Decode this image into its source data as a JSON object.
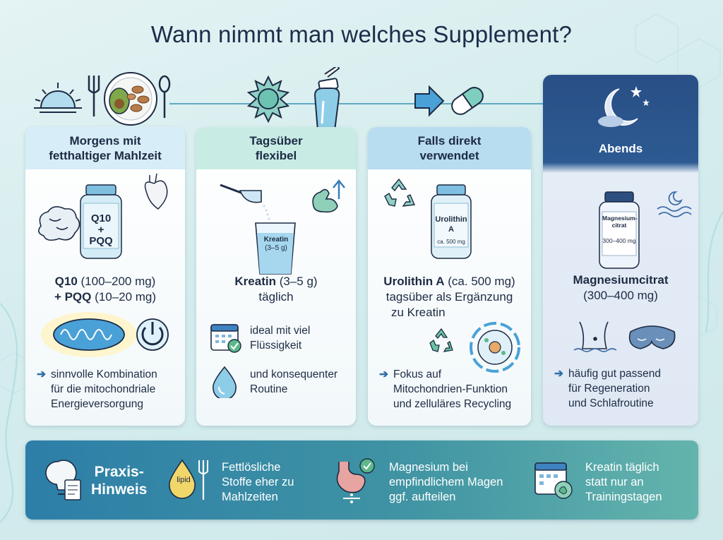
{
  "title": "Wann nimmt man welches Supplement?",
  "cards": [
    {
      "heading_line1": "Morgens mit",
      "heading_line2": "fetthaltiger Mahlzeit",
      "bottle_label_l1": "Q10",
      "bottle_label_l2": "+",
      "bottle_label_l3": "PQQ",
      "main_l1_bold": "Q10",
      "main_l1_rest": " (100–200 mg)",
      "main_l2_bold": "+ PQQ",
      "main_l2_rest": " (10–20 mg)",
      "note_l1": "sinnvolle Kombination",
      "note_l2": "für die mitochondriale",
      "note_l3": "Energieversorgung"
    },
    {
      "heading_line1": "Tagsüber",
      "heading_line2": "flexibel",
      "glass_label_l1": "Kreatin",
      "glass_label_l2": "(3–5 g)",
      "main_l1_bold": "Kreatin",
      "main_l1_rest": " (3–5 g)",
      "main_l2": "täglich",
      "item1_l1": "ideal mit viel",
      "item1_l2": "Flüssigkeit",
      "item2_l1": "und konsequenter",
      "item2_l2": "Routine"
    },
    {
      "heading_line1": "Falls direkt",
      "heading_line2": "verwendet",
      "bottle_label_l1": "Urolithin",
      "bottle_label_l2": "A",
      "bottle_label_l3": "ca. 500 mg",
      "main_l1_bold": "Urolithin A",
      "main_l1_rest": " (ca. 500 mg)",
      "main_l2": "tagsüber als Ergänzung",
      "main_l3": "zu Kreatin",
      "note_l1": "Fokus auf",
      "note_l2": "Mitochondrien-Funktion",
      "note_l3": "und zelluläres Recycling"
    },
    {
      "heading": "Abends",
      "bottle_label_l1": "Magnesium-",
      "bottle_label_l2": "citrat",
      "bottle_label_l3": "300–400 mg",
      "main_l1_bold": "Magnesiumcitrat",
      "main_l2": "(300–400 mg)",
      "note_l1": "häufig gut passend",
      "note_l2": "für Regeneration",
      "note_l3": "und Schlafroutine"
    }
  ],
  "praxis": {
    "label_l1": "Praxis-",
    "label_l2": "Hinweis",
    "lipid_label": "lipid",
    "tip1_l1": "Fettlösliche",
    "tip1_l2": "Stoffe eher zu",
    "tip1_l3": "Mahlzeiten",
    "tip2_l1": "Magnesium bei",
    "tip2_l2": "empfindlichem Magen",
    "tip2_l3": "ggf. aufteilen",
    "tip3_l1": "Kreatin täglich",
    "tip3_l2": "statt nur an",
    "tip3_l3": "Trainingstagen"
  },
  "icons": [
    "sunrise-icon",
    "fork-icon",
    "plate-icon",
    "spoon-icon",
    "sun-icon",
    "water-bottle-icon",
    "arrow-right-icon",
    "capsule-icon",
    "moon-stars-icon",
    "brain-icon",
    "heart-icon",
    "supplement-bottle-icon",
    "mitochondria-icon",
    "power-icon",
    "scoop-icon",
    "glass-icon",
    "muscle-icon",
    "calendar-check-icon",
    "water-drop-icon",
    "recycle-icon",
    "cell-cycle-icon",
    "moon-waves-icon",
    "belly-icon",
    "sleep-mask-icon",
    "lightbulb-icon",
    "lipid-drop-icon",
    "stomach-icon",
    "calendar-dumbbell-icon"
  ],
  "colors": {
    "card1_header": "#d7edf8",
    "card2_header": "#c8ece4",
    "card3_header": "#b8dcf0",
    "card4_header": "#294f86",
    "accent_arrow": "#2e6ea8",
    "praxis_start": "#2d7ea8",
    "praxis_end": "#64b4ad"
  }
}
